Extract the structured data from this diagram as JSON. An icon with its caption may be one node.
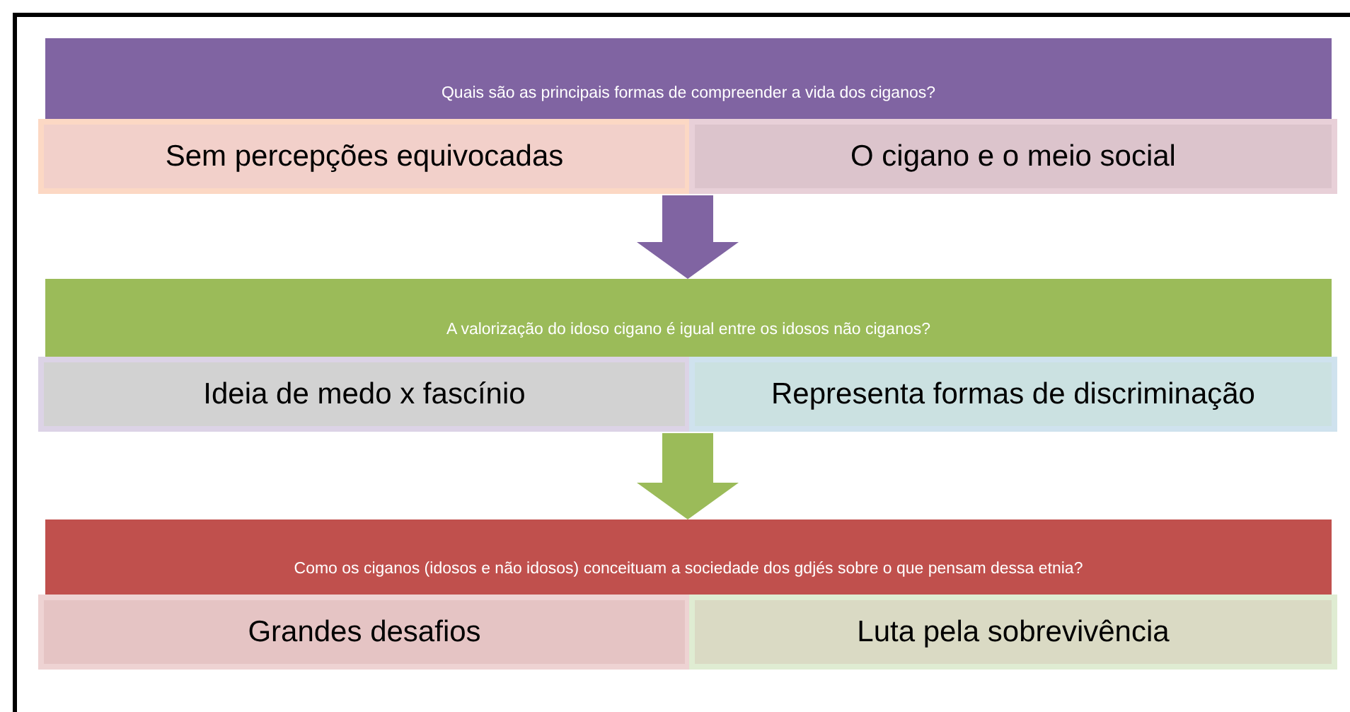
{
  "diagram": {
    "nodes": [
      {
        "text": [
          "Quais são as principais formas de compreender a vida dos ciganos?"
        ]
      },
      {
        "text": [
          "Sem percepções equivocadas"
        ]
      },
      {
        "text": [
          "O cigano e o meio social"
        ]
      },
      {
        "text": [
          "A valorização do idoso cigano é igual entre os idosos não ciganos?"
        ]
      },
      {
        "text": [
          "Ideia de medo x fascínio"
        ]
      },
      {
        "text": [
          "Representa formas de discriminação"
        ]
      },
      {
        "text": [
          "Como os ciganos (idosos e não idosos) conceituam a sociedade dos gdjés sobre o que pensam dessa etnia?"
        ]
      },
      {
        "text": [
          "Grandes desafios"
        ]
      },
      {
        "text": [
          "Luta pela sobrevivência"
        ]
      }
    ],
    "edges": [
      {
        "from": 0,
        "to": 3,
        "arrow": "to",
        "color": "#8064a2"
      },
      {
        "from": 3,
        "to": 6,
        "arrow": "to",
        "color": "#9bbb59"
      }
    ]
  }
}
